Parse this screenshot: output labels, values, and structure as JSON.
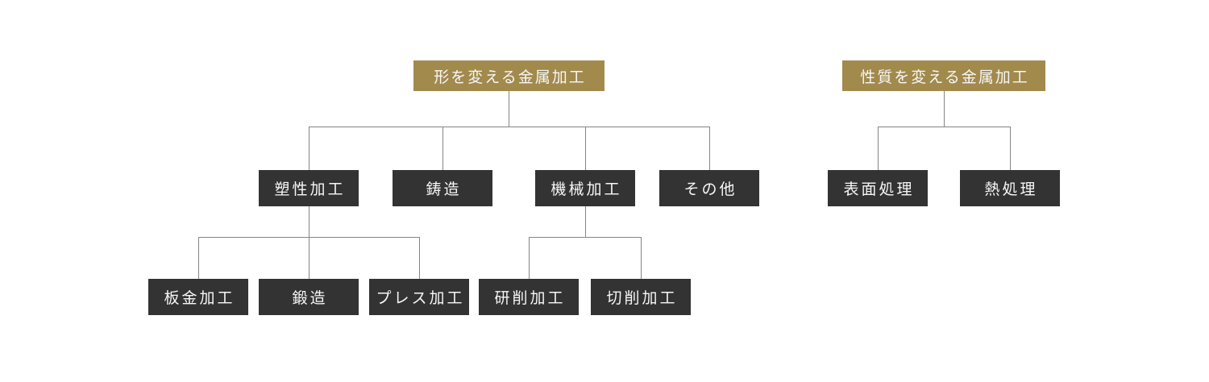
{
  "colors": {
    "root_bg": "#a28a4d",
    "node_bg": "#333333",
    "text": "#f7f7f7",
    "line": "#858585",
    "canvas_bg": "#ffffff"
  },
  "diagram": {
    "shape_tree": {
      "root": {
        "label": "形を変える金属加工"
      },
      "children": [
        {
          "label": "塑性加工",
          "children": [
            {
              "label": "板金加工"
            },
            {
              "label": "鍛造"
            },
            {
              "label": "プレス加工"
            }
          ]
        },
        {
          "label": "鋳造"
        },
        {
          "label": "機械加工",
          "children": [
            {
              "label": "研削加工"
            },
            {
              "label": "切削加工"
            }
          ]
        },
        {
          "label": "その他"
        }
      ]
    },
    "property_tree": {
      "root": {
        "label": "性質を変える金属加工"
      },
      "children": [
        {
          "label": "表面処理"
        },
        {
          "label": "熱処理"
        }
      ]
    }
  }
}
